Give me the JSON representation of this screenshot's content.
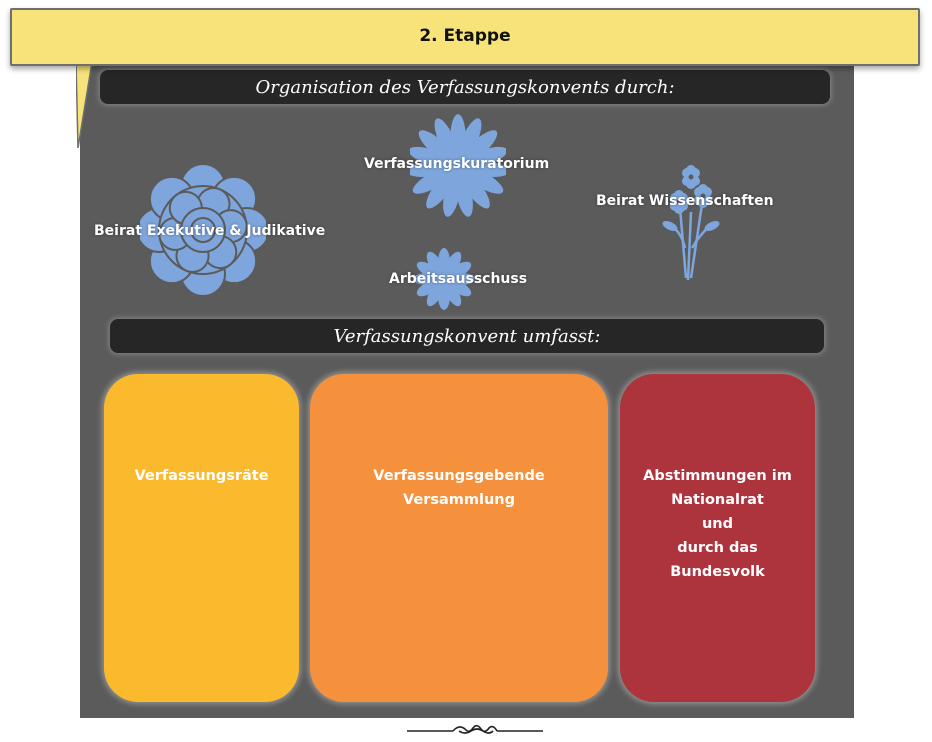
{
  "banner": {
    "title": "2. Etappe"
  },
  "section1": {
    "title": "Organisation des Verfassungskonvents durch:"
  },
  "bodies": {
    "kuratorium": "Verfassungskuratorium",
    "exekutive": "Beirat Exekutive & Judikative",
    "wissenschaften": "Beirat Wissenschaften",
    "arbeitsausschuss": "Arbeitsausschuss"
  },
  "section2": {
    "title": "Verfassungskonvent umfasst:"
  },
  "cards": [
    {
      "label": "Verfassungsräte",
      "color": "#fbb92d"
    },
    {
      "label": "Verfassungsgebende\nVersammlung",
      "color": "#f5913c"
    },
    {
      "label": "Abstimmungen im\nNationalrat\nund\ndurch das\nBundesvolk",
      "color": "#ad343d"
    }
  ],
  "colors": {
    "flower": "#7ea6dd",
    "panel": "#5b5b5b",
    "banner": "#f7e37a",
    "bar": "#262626"
  }
}
